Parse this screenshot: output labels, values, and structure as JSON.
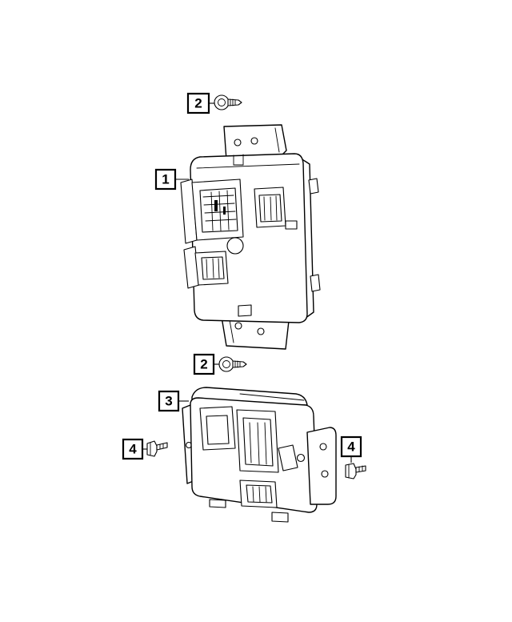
{
  "callouts": [
    {
      "id": "c1",
      "label": "1"
    },
    {
      "id": "c2a",
      "label": "2"
    },
    {
      "id": "c2b",
      "label": "2"
    },
    {
      "id": "c3",
      "label": "3"
    },
    {
      "id": "c4a",
      "label": "4"
    },
    {
      "id": "c4b",
      "label": "4"
    }
  ],
  "colors": {
    "line": "#000000",
    "background": "#ffffff"
  }
}
